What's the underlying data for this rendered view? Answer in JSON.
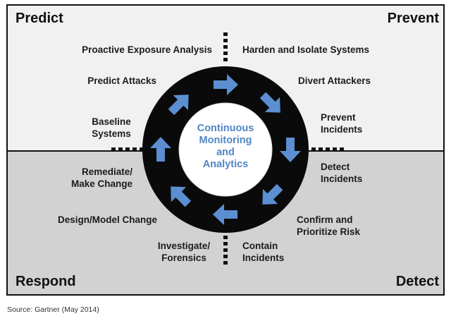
{
  "quadrants": {
    "predict": "Predict",
    "prevent": "Prevent",
    "respond": "Respond",
    "detect": "Detect"
  },
  "center_label": [
    "Continuous",
    "Monitoring",
    "and",
    "Analytics"
  ],
  "steps": {
    "proactive_exposure_analysis": "Proactive Exposure Analysis",
    "harden_and_isolate_systems": "Harden and Isolate Systems",
    "predict_attacks": "Predict Attacks",
    "divert_attackers": "Divert Attackers",
    "baseline_systems": [
      "Baseline",
      "Systems"
    ],
    "prevent_incidents": [
      "Prevent",
      "Incidents"
    ],
    "remediate_make_change": [
      "Remediate/",
      "Make Change"
    ],
    "detect_incidents": [
      "Detect",
      "Incidents"
    ],
    "design_model_change": "Design/Model Change",
    "confirm_and_prioritize_risk": [
      "Confirm and",
      "Prioritize Risk"
    ],
    "investigate_forensics": [
      "Investigate/",
      "Forensics"
    ],
    "contain_incidents": [
      "Contain",
      "Incidents"
    ]
  },
  "source": "Source: Gartner (May 2014)",
  "colors": {
    "arrow": "#5b8fd1",
    "center_text": "#4f86c6",
    "ring": "#0a0a0a",
    "top_fill": "#f1f1f1",
    "bottom_fill": "#d2d2d2"
  }
}
